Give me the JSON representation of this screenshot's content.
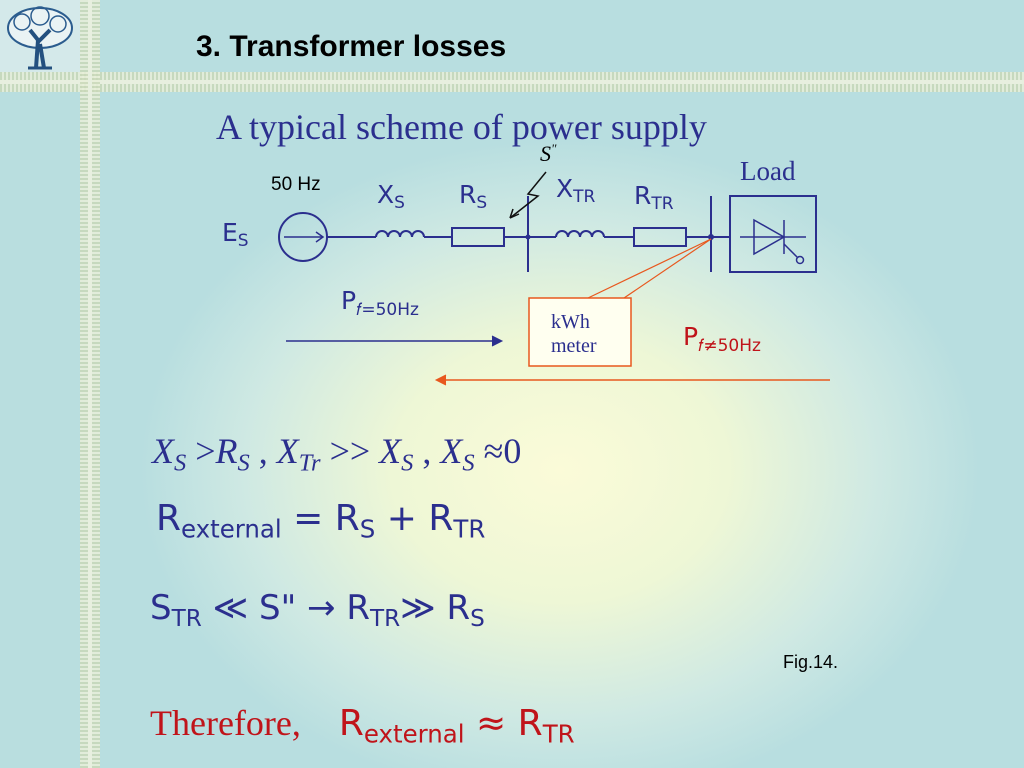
{
  "slide": {
    "title": "3. Transformer losses",
    "subtitle": "A typical scheme of power supply",
    "figure_caption": "Fig.14."
  },
  "circuit": {
    "frequency_label": "50 Hz",
    "source_label": "E",
    "source_sub": "S",
    "xs_label": "X",
    "xs_sub": "S",
    "rs_label": "R",
    "rs_sub": "S",
    "s_mark": "S",
    "s_prime": "\"",
    "xtr_label": "X",
    "xtr_sub": "TR",
    "rtr_label": "R",
    "rtr_sub": "TR",
    "load_label": "Load",
    "meter_line1": "kWh",
    "meter_line2": "meter",
    "p_forward": "P",
    "p_forward_sub": "𝑓=50Hz",
    "p_reverse": "P",
    "p_reverse_sub": "𝑓≠50Hz"
  },
  "formulas": {
    "line1": {
      "xs": "X",
      "xs_sub": "S",
      "gt": " >",
      "rs": "R",
      "rs_sub": "S",
      "comma1": " ,  ",
      "xtr": "X",
      "xtr_sub": "Tr",
      "gg": " >> ",
      "xs2": "X",
      "xs2_sub": "S",
      "comma2": " ,  ",
      "xs3": "X",
      "xs3_sub": "S",
      "approx": " ≈0"
    },
    "line2": {
      "r": "R",
      "r_sub": "external",
      "rest": " = R",
      "s_sub": "S",
      "plus": " + R",
      "tr_sub": "TR"
    },
    "line3": {
      "s": "S",
      "s_sub": "TR",
      "ll": " ≪ S\"   → R",
      "tr_sub": "TR",
      "gg": "≫ R",
      "rs_sub": "S"
    },
    "line4": {
      "therefore": "Therefore,",
      "r": "R",
      "r_sub": "external",
      "approx": " ≈ R",
      "tr_sub": "TR"
    }
  },
  "colors": {
    "accent_blue": "#2b2f8e",
    "accent_red": "#c0141a",
    "wire_orange": "#e8581e"
  }
}
